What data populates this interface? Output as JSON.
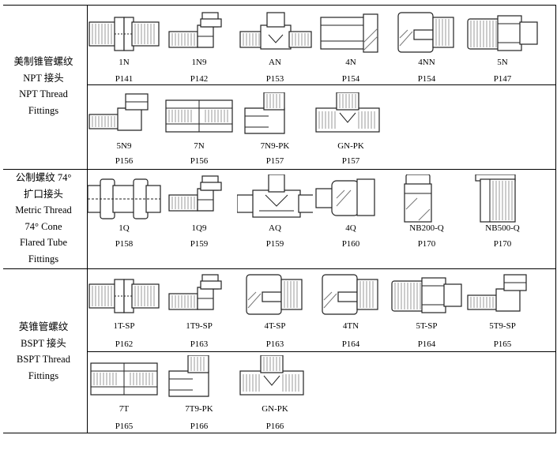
{
  "categories": [
    {
      "name": "npt",
      "lines": [
        "美制锥管螺纹",
        "NPT 接头",
        "NPT Thread",
        "Fittings"
      ]
    },
    {
      "name": "metric",
      "lines": [
        "公制螺纹 74°",
        "扩口接头",
        "Metric Thread",
        "74° Cone",
        "Flared Tube",
        "Fittings"
      ]
    },
    {
      "name": "bspt",
      "lines": [
        "英锥管螺纹",
        "BSPT 接头",
        "BSPT Thread",
        "Fittings"
      ]
    }
  ],
  "rows": [
    {
      "items": [
        {
          "code": "1N",
          "page": "P141",
          "shape": "union"
        },
        {
          "code": "1N9",
          "page": "P142",
          "shape": "elbow"
        },
        {
          "code": "AN",
          "page": "P153",
          "shape": "tee"
        },
        {
          "code": "4N",
          "page": "P154",
          "shape": "adapter"
        },
        {
          "code": "4NN",
          "page": "P154",
          "shape": "block"
        },
        {
          "code": "5N",
          "page": "P147",
          "shape": "reducer"
        }
      ]
    },
    {
      "items": [
        {
          "code": "5N9",
          "page": "P156",
          "shape": "elbow-swivel"
        },
        {
          "code": "7N",
          "page": "P156",
          "shape": "coupling"
        },
        {
          "code": "7N9-PK",
          "page": "P157",
          "shape": "elbow-female"
        },
        {
          "code": "GN-PK",
          "page": "P157",
          "shape": "tee-female"
        }
      ]
    },
    {
      "items": [
        {
          "code": "1Q",
          "page": "P158",
          "shape": "union-flare"
        },
        {
          "code": "1Q9",
          "page": "P159",
          "shape": "elbow"
        },
        {
          "code": "AQ",
          "page": "P159",
          "shape": "tee-big"
        },
        {
          "code": "4Q",
          "page": "P160",
          "shape": "adapter-flare"
        },
        {
          "code": "NB200-Q",
          "page": "P170",
          "shape": "nut"
        },
        {
          "code": "NB500-Q",
          "page": "P170",
          "shape": "nut-flange"
        }
      ]
    },
    {
      "items": [
        {
          "code": "1T-SP",
          "page": "P162",
          "shape": "union"
        },
        {
          "code": "1T9-SP",
          "page": "P163",
          "shape": "elbow"
        },
        {
          "code": "4T-SP",
          "page": "P163",
          "shape": "block"
        },
        {
          "code": "4TN",
          "page": "P164",
          "shape": "block"
        },
        {
          "code": "5T-SP",
          "page": "P164",
          "shape": "reducer"
        },
        {
          "code": "5T9-SP",
          "page": "P165",
          "shape": "elbow-swivel"
        }
      ]
    },
    {
      "items": [
        {
          "code": "7T",
          "page": "P165",
          "shape": "coupling"
        },
        {
          "code": "7T9-PK",
          "page": "P166",
          "shape": "elbow-female"
        },
        {
          "code": "GN-PK",
          "page": "P166",
          "shape": "tee-female"
        }
      ]
    }
  ]
}
